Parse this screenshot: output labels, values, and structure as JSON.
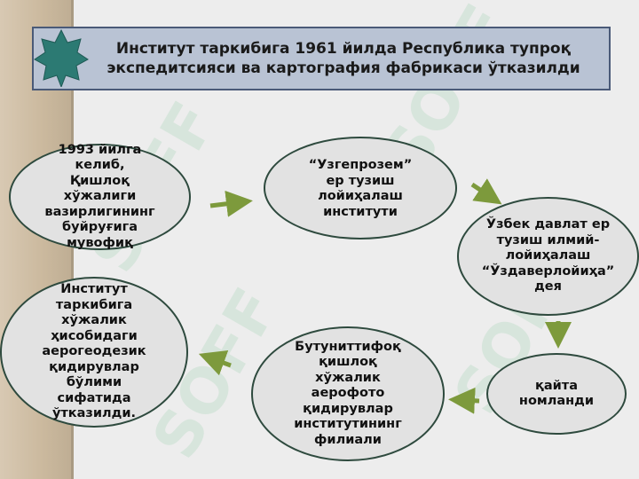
{
  "title": "Институт таркибига 1961 йилда Республика тупроқ экспедитсияси ва картография фабрикаси ўтказилди",
  "watermark": "SOFF",
  "nodes": [
    {
      "text": "1993 йилга келиб, Қишлоқ хўжалиги вазирлигининг буйруғига мувофиқ"
    },
    {
      "text": "“Узгепрозем”  ер тузиш лойиҳалаш институти"
    },
    {
      "text": "Ўзбек давлат ер тузиш илмий-лойиҳалаш “Ўздаверлойиҳа” дея"
    },
    {
      "text": "қайта номланди"
    },
    {
      "text": "Бутуниттифоқ қишлоқ хўжалик аерофото қидирувлар институтининг филиали"
    },
    {
      "text": "Институт таркибига хўжалик ҳисобидаги аерогеодезик қидирувлар бўлими сифатида ўтказилди."
    }
  ],
  "colors": {
    "arrow": "#7d9a3c",
    "node_border": "#2e4a3e",
    "title_bg": "#b9c3d4",
    "star": "#2c7a73"
  }
}
